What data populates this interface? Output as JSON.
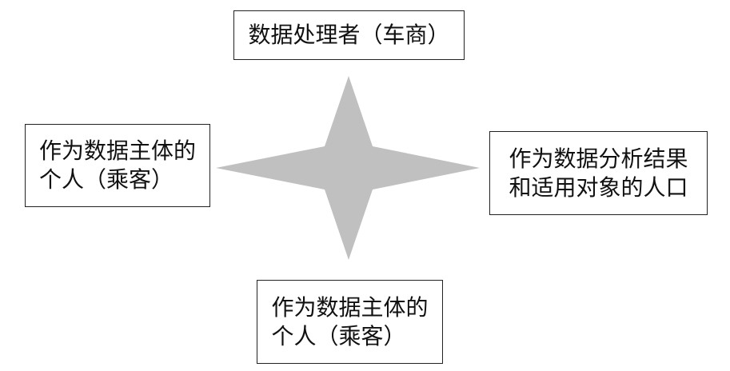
{
  "diagram": {
    "star_color": "#c0c0c0",
    "border_color": "#222222",
    "nodes": {
      "top": {
        "lines": [
          "数据处理者（车商）"
        ]
      },
      "left": {
        "lines": [
          "作为数据主体的",
          "个人（乘客）"
        ]
      },
      "right": {
        "lines": [
          "作为数据分析结果",
          "和适用对象的人口"
        ]
      },
      "bottom": {
        "lines": [
          "作为数据主体的",
          "个人（乘客）"
        ]
      }
    }
  }
}
